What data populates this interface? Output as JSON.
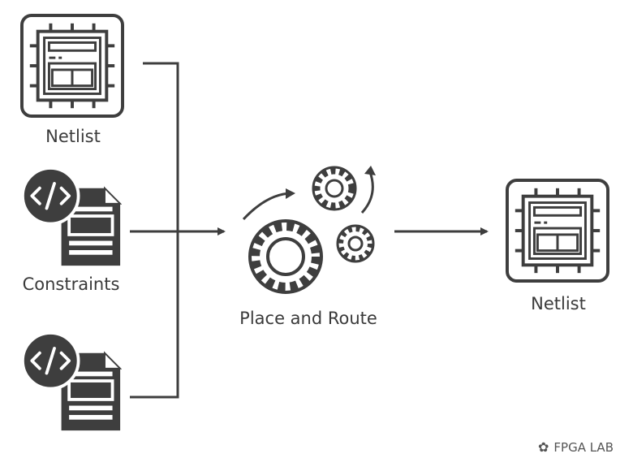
{
  "colors": {
    "stroke": "#3e3e3e",
    "fill": "#3e3e3e",
    "background": "#ffffff"
  },
  "inputs": [
    {
      "label": "Netlist",
      "icon": "chip-icon"
    },
    {
      "label": "Constraints",
      "icon": "code-document-icon"
    },
    {
      "label": "",
      "icon": "code-document-icon"
    }
  ],
  "process": {
    "label": "Place and Route",
    "icon": "gears-icon"
  },
  "output": {
    "label": "Netlist",
    "icon": "chip-icon"
  },
  "watermark": {
    "text": "FPGA LAB",
    "icon": "wechat-icon"
  }
}
